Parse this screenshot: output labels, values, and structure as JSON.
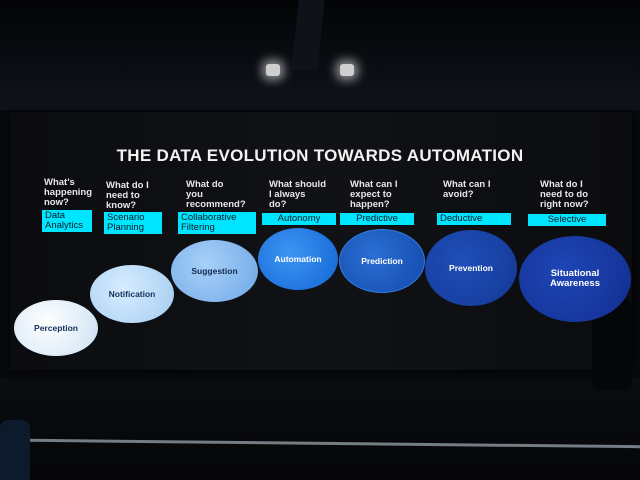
{
  "slide": {
    "title": "THE DATA EVOLUTION TOWARDS AUTOMATION",
    "stages": [
      {
        "question": "What's\nhappening\nnow?",
        "label": "Data\nAnalytics",
        "outcome": "Perception"
      },
      {
        "question": "What do I\nneed to\nknow?",
        "label": "Scenario\nPlanning",
        "outcome": "Notification"
      },
      {
        "question": "What do\nyou\nrecommend?",
        "label": "Collaborative\nFiltering",
        "outcome": "Suggestion"
      },
      {
        "question": "What should\nI always\ndo?",
        "label": "Autonomy",
        "outcome": "Automation"
      },
      {
        "question": "What can I\nexpect to\nhappen?",
        "label": "Predictive",
        "outcome": "Prediction"
      },
      {
        "question": "What can I\navoid?",
        "label": "Deductive",
        "outcome": "Prevention"
      },
      {
        "question": "What do I\nneed to do\nright now?",
        "label": "Selective",
        "outcome": "Situational\nAwareness"
      }
    ]
  },
  "colors": {
    "badge": "#00e5ff",
    "title_text": "#f2f2f2",
    "dark_blue": "#15359b",
    "light_ellipse": "#dbeaf7"
  }
}
